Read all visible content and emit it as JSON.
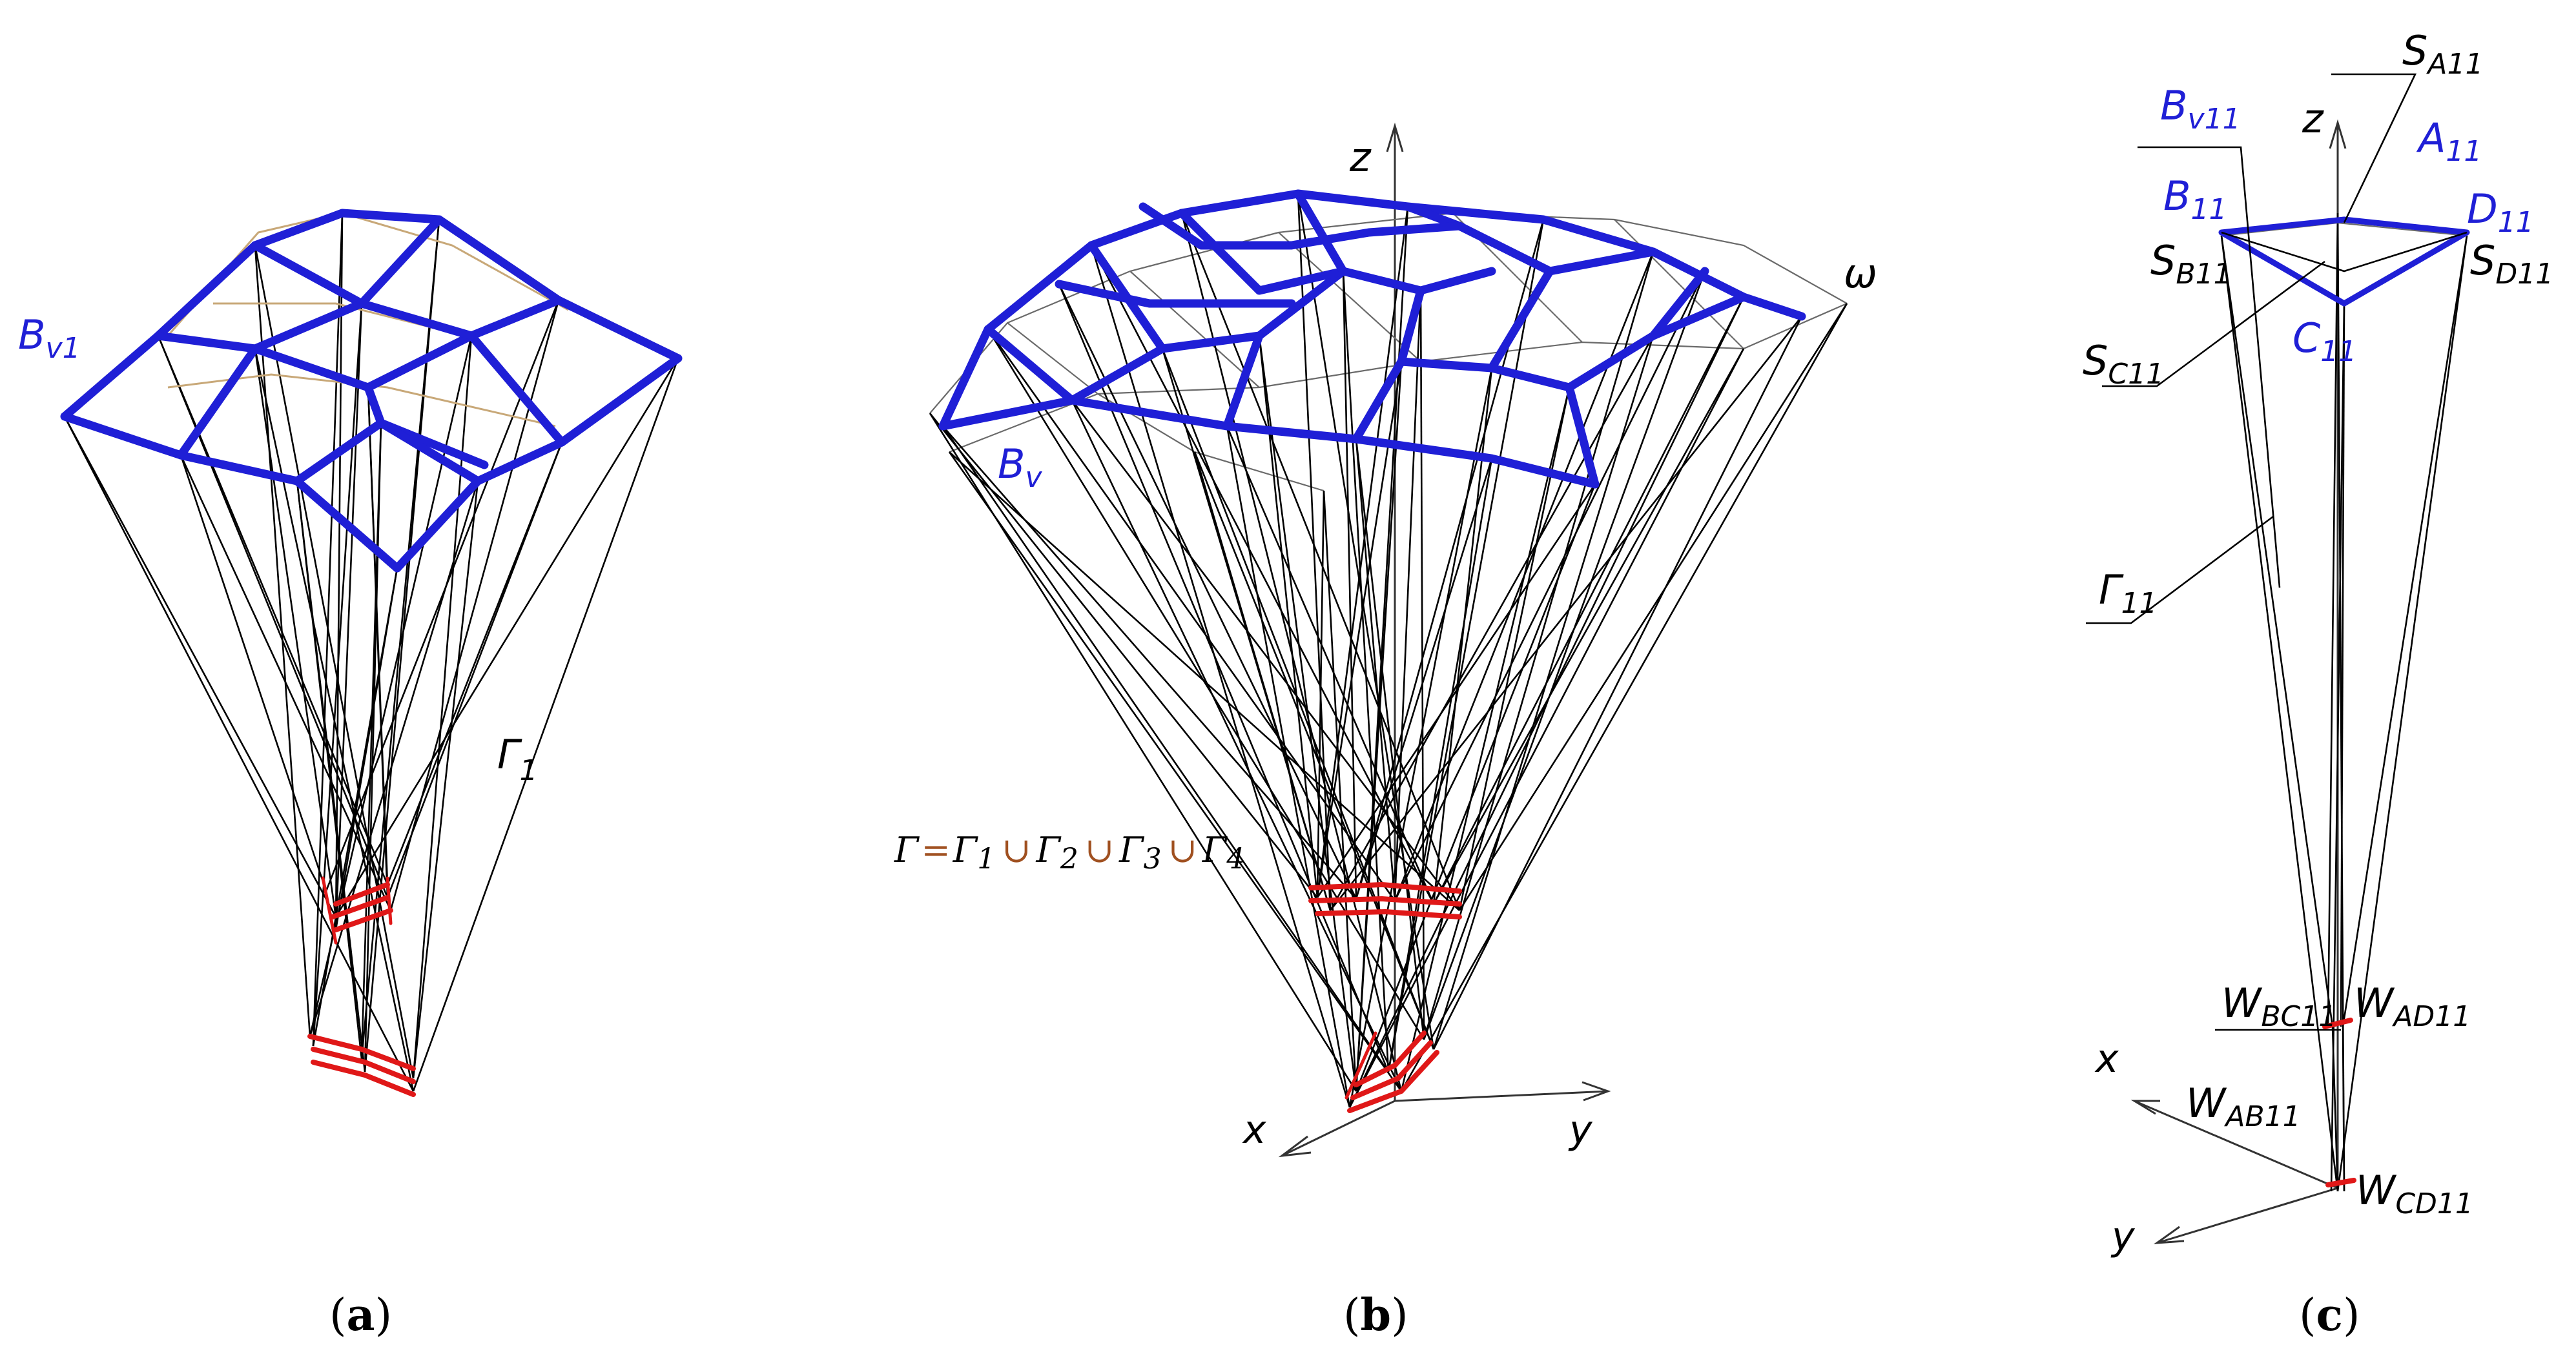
{
  "panels": {
    "a": {
      "caption": "a",
      "label_bv1": "B",
      "label_bv1_sub": "v1",
      "label_gamma1": "Γ",
      "label_gamma1_sub": "1"
    },
    "b": {
      "caption": "b",
      "axis_z": "z",
      "axis_x": "x",
      "axis_y": "y",
      "label_omega": "ω",
      "label_bv": "B",
      "label_bv_sub": "v",
      "formula": {
        "lhs": "Γ",
        "eq": "=",
        "terms": [
          {
            "sym": "Γ",
            "sub": "1"
          },
          {
            "sym": "Γ",
            "sub": "2"
          },
          {
            "sym": "Γ",
            "sub": "3"
          },
          {
            "sym": "Γ",
            "sub": "4"
          }
        ],
        "op": "∪"
      }
    },
    "c": {
      "caption": "c",
      "axis_z": "z",
      "axis_x": "x",
      "axis_y": "y",
      "labels": {
        "sa11": {
          "main": "S",
          "sub": "A11"
        },
        "bv11": {
          "main": "B",
          "sub": "v11"
        },
        "a11": {
          "main": "A",
          "sub": "11"
        },
        "b11": {
          "main": "B",
          "sub": "11"
        },
        "d11": {
          "main": "D",
          "sub": "11"
        },
        "sb11": {
          "main": "S",
          "sub": "B11"
        },
        "sd11": {
          "main": "S",
          "sub": "D11"
        },
        "c11": {
          "main": "C",
          "sub": "11"
        },
        "sc11": {
          "main": "S",
          "sub": "C11"
        },
        "gamma11": {
          "main": "Γ",
          "sub": "11"
        },
        "wbc11": {
          "main": "W",
          "sub": "BC11"
        },
        "wad11": {
          "main": "W",
          "sub": "AD11"
        },
        "wab11": {
          "main": "W",
          "sub": "AB11"
        },
        "wcd11": {
          "main": "W",
          "sub": "CD11"
        }
      }
    }
  },
  "colors": {
    "canopy": "#1f1fd6",
    "suspension_lines": "#000000",
    "harness": "#e01818",
    "background": "#ffffff"
  }
}
